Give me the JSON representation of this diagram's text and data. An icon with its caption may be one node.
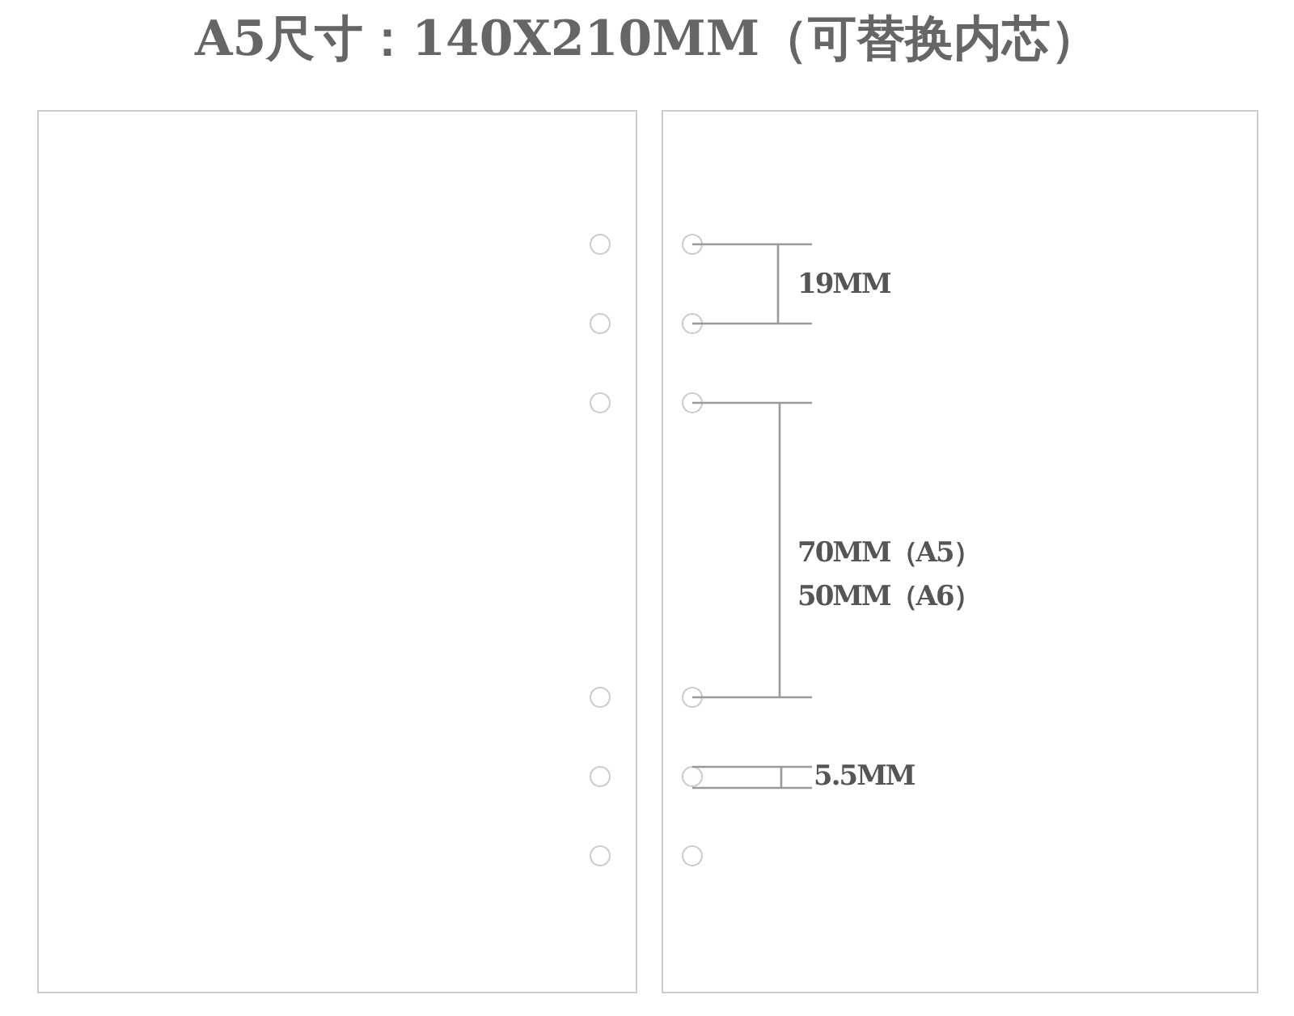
{
  "diagram": {
    "title": "A5尺寸：140X210MM（可替换内芯）",
    "labels": [
      "19MM",
      "70MM（A5）",
      "50MM（A6）",
      "5.5MM"
    ]
  }
}
